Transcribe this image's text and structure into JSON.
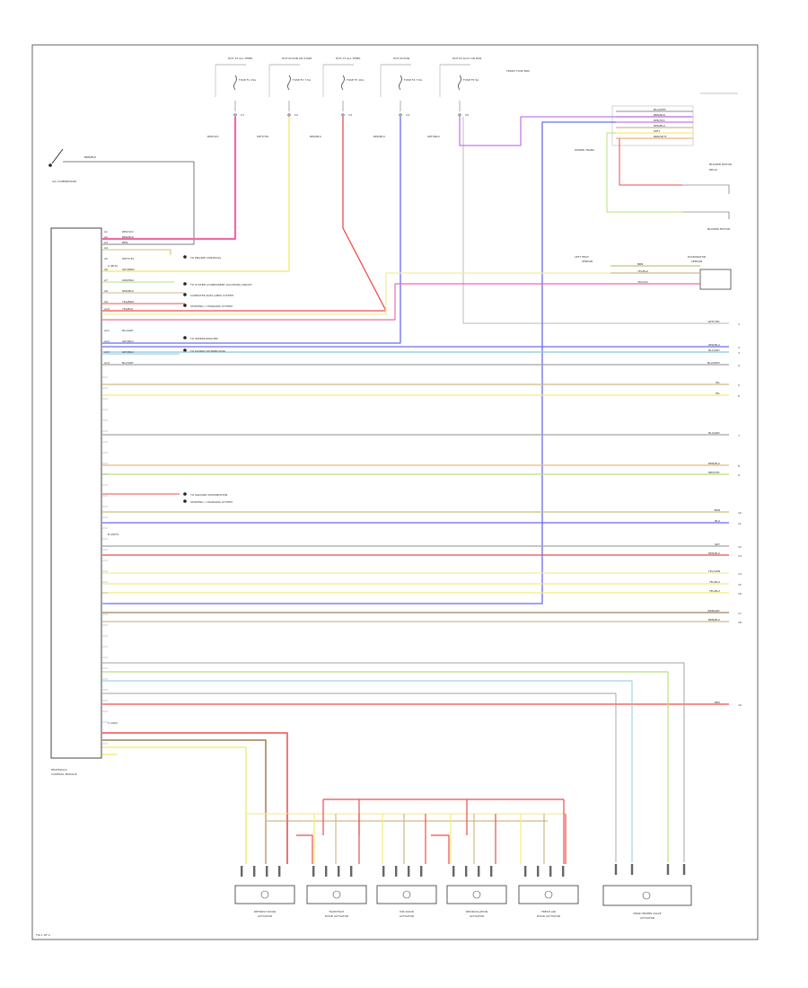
{
  "fuses": [
    {
      "title": "HOT AT ALL TIMES",
      "fuse": "FUSE F1 15A",
      "node": "C1",
      "wire": "RED/VIO"
    },
    {
      "title": "HOT IN RUN OR START",
      "fuse": "FUSE F2 7.5A",
      "node": "C2",
      "wire": "WHT/YEL"
    },
    {
      "title": "HOT AT ALL TIMES",
      "fuse": "FUSE F3 10A",
      "node": "C3",
      "wire": "RED/BLU"
    },
    {
      "title": "HOT IN RUN",
      "fuse": "FUSE F4 7.5A",
      "node": "C4",
      "wire": "RED/BLU"
    },
    {
      "title": "HOT IN ACCY OR RUN",
      "fuse": "FUSE F5 5A",
      "node": "C5",
      "wire": "WHT/BLU"
    }
  ],
  "fuse_panel_label": "FRONT FUSE BOX",
  "ac_switch_label": "A/C COMPRESSOR",
  "ac_wire": "BRN/BLK",
  "module_label": [
    "HEATER/A/C",
    "CONTROL MODULE"
  ],
  "module_pins": [
    {
      "pin": "A1",
      "wire": "RED/VIO"
    },
    {
      "pin": "A2",
      "wire": "BRN/BLK"
    },
    {
      "pin": "A3",
      "wire": "BRN"
    },
    {
      "pin": "A4",
      "wire": ""
    },
    {
      "pin": "A5",
      "wire": "WHT/YEL"
    },
    {
      "pin": "A6",
      "wire": "GRY/BRN"
    },
    {
      "pin": "A7",
      "wire": "GRN/BLU"
    },
    {
      "pin": "A8",
      "wire": "RED/BLU"
    },
    {
      "pin": "A9",
      "wire": "YEL/BRN"
    },
    {
      "pin": "A10",
      "wire": "YEL/BLU"
    },
    {
      "pin": "A11",
      "wire": "BLU/GRY"
    },
    {
      "pin": "A12",
      "wire": "GRY/BLU"
    },
    {
      "pin": "A13",
      "wire": "GRY/BLU"
    },
    {
      "pin": "A14",
      "wire": "BLU/GRY"
    }
  ],
  "connector_labels": [
    "A (BLK)",
    "B (WHT)",
    "C (GRY)"
  ],
  "junction_notes": [
    "TO ENGINE CONTROLS",
    "TO SYSTEM (COMPONENT LOCATION) CIRCUIT",
    "COMPUTER DATA LINES SYSTEM",
    "STARTING / CHARGING SYSTEM",
    "TO WIPERS/WASHER",
    "TO POWER DISTRIBUTION",
    "TO GROUND DISTRIBUTION",
    "STARTING / CHARGING SYSTEM"
  ],
  "blower_labels": [
    "BLOWER MOTOR",
    "RELAY",
    "BLOWER MOTOR",
    "POWER TRANS."
  ],
  "blower_wires": [
    "BLU/WHT",
    "BRN/BLK",
    "RED/VIO",
    "RED/BLU",
    "WHT",
    "BRN/WHT"
  ],
  "sensor_labels": [
    "LEFT HEAT",
    "SENSOR",
    "EVAPORATOR",
    "SENSOR"
  ],
  "sensor_wires": [
    "BRN",
    "YEL/BLU",
    "YEL/VIO"
  ],
  "right_wires": [
    {
      "label": "WHT/YEL",
      "n": "1"
    },
    {
      "label": "RED/BLU",
      "n": "2"
    },
    {
      "label": "BLU/GRY",
      "n": "3"
    },
    {
      "label": "BLU/WHT",
      "n": "4"
    },
    {
      "label": "YEL",
      "n": "5"
    },
    {
      "label": "YEL",
      "n": "6"
    },
    {
      "label": "BLU/GRY",
      "n": "7"
    },
    {
      "label": "BRN/BLU",
      "n": "8"
    },
    {
      "label": "BRN/YEL",
      "n": "9"
    },
    {
      "label": "BRN",
      "n": "10"
    },
    {
      "label": "BLU",
      "n": "11"
    },
    {
      "label": "GRY",
      "n": "12"
    },
    {
      "label": "RED/BLU",
      "n": "13"
    },
    {
      "label": "YEL/GRN",
      "n": "14"
    },
    {
      "label": "YEL/BLU",
      "n": "15"
    },
    {
      "label": "YEL/BLU",
      "n": "16"
    },
    {
      "label": "BRN/GRY",
      "n": "17"
    },
    {
      "label": "BRN/BLU",
      "n": "18"
    },
    {
      "label": "RED",
      "n": "19"
    }
  ],
  "actuators": [
    {
      "l1": "DEFROST DOOR",
      "l2": "ACTUATOR"
    },
    {
      "l1": "FACE/FOOT",
      "l2": "DOOR ACTUATOR"
    },
    {
      "l1": "MIX DOOR",
      "l2": "ACTUATOR"
    },
    {
      "l1": "RECIRCULATION",
      "l2": "ACTUATOR"
    },
    {
      "l1": "FRESH AIR",
      "l2": "DOOR ACTUATOR"
    }
  ],
  "blend_label": [
    "REAR HEATER VALVE",
    "ACTUATOR"
  ],
  "page_code": "FIG 1 OF 4"
}
